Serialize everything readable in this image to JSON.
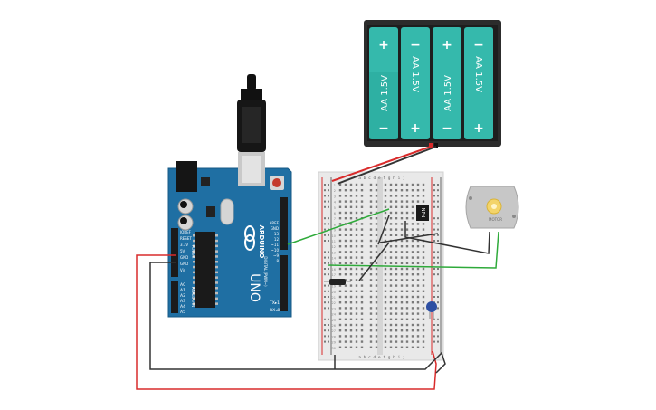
{
  "battery_pack": {
    "cells": [
      {
        "label": "AA 1.5V",
        "top_sign": "+",
        "bottom_sign": "−"
      },
      {
        "label": "AA 1.5V",
        "top_sign": "−",
        "bottom_sign": "+"
      },
      {
        "label": "AA 1.5V",
        "top_sign": "+",
        "bottom_sign": "−"
      },
      {
        "label": "AA 1.5V",
        "top_sign": "−",
        "bottom_sign": "+"
      }
    ]
  },
  "arduino": {
    "brand": "ARDUINO",
    "model": "UNO",
    "left_header": [
      "IOREF",
      "RESET",
      "3.3V",
      "5V",
      "GND",
      "GND",
      "Vin"
    ],
    "analog_pins": [
      "A0",
      "A1",
      "A2",
      "A3",
      "A4",
      "A5"
    ],
    "power_label": "POWER",
    "analog_label": "ANALOG IN",
    "right_header": [
      "AREF",
      "GND",
      "13",
      "12",
      "~11",
      "~10",
      "~9",
      "8"
    ],
    "digital_label": "DIGITAL (PWM~)",
    "tx_label": "TX▸1",
    "rx_label": "RX◂0"
  },
  "breadboard": {
    "top_cols": "a b c d e   f g h i j",
    "bottom_cols": "a b c d e   f g h i j",
    "row_numbers": [
      "1",
      "2",
      "3",
      "4",
      "5",
      "6",
      "7",
      "8",
      "9",
      "10",
      "11",
      "12",
      "13",
      "14",
      "15",
      "16",
      "17",
      "18",
      "19",
      "20",
      "21",
      "22",
      "23",
      "24",
      "25",
      "26",
      "27",
      "28",
      "29",
      "30"
    ]
  },
  "transistor": {
    "label": "NPN"
  },
  "motor": {
    "label": "MOTOR"
  },
  "colors": {
    "arduino_blue": "#1f6fa3",
    "breadboard": "#e9e9e9",
    "battery_teal": "#35b9ac",
    "battery_case": "#2c2c2c",
    "wire_red": "#d92b2b",
    "wire_black": "#333333",
    "wire_green": "#2eaa3a",
    "capacitor_blue": "#2d4fa3"
  }
}
